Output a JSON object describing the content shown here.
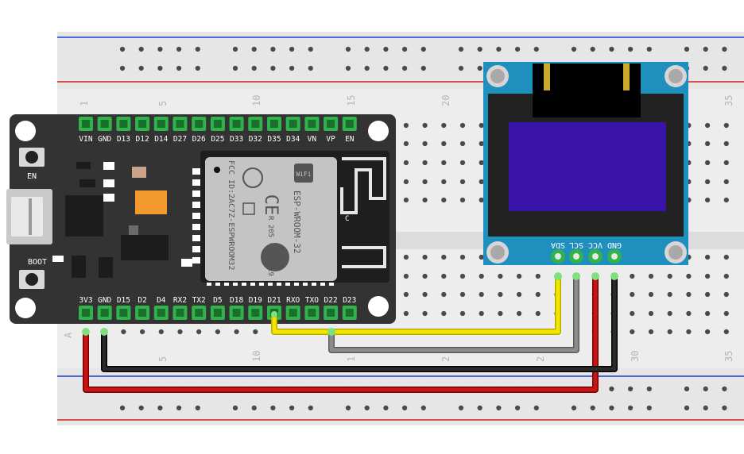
{
  "colors": {
    "breadboard": "#e6e6e6",
    "rail_red": "#d01f1f",
    "rail_blue": "#1f3fd0",
    "hole": "#4a4a4a",
    "pcb": "#333333",
    "header_green": "#2fb34a",
    "oled_pcb": "#1f8fbe",
    "oled_screen": "#3a14a8",
    "wire_red": "#c81414",
    "wire_black": "#111111",
    "wire_gray": "#8c8c8c",
    "wire_yellow": "#f2e600"
  },
  "breadboard": {
    "col_numbers_top": [
      "1",
      "5",
      "10",
      "15",
      "20",
      "35"
    ],
    "col_numbers_bottom": [
      "5",
      "10",
      "1",
      "2",
      "2",
      "30",
      "35"
    ],
    "row_letter": "A"
  },
  "esp32": {
    "top_pins": [
      "VIN",
      "GND",
      "D13",
      "D12",
      "D14",
      "D27",
      "D26",
      "D25",
      "D33",
      "D32",
      "D35",
      "D34",
      "VN",
      "VP",
      "EN"
    ],
    "bottom_pins": [
      "3V3",
      "GND",
      "D15",
      "D2",
      "D4",
      "RX2",
      "TX2",
      "D5",
      "D18",
      "D19",
      "D21",
      "RXO",
      "TXO",
      "D22",
      "D23"
    ],
    "en_label": "EN",
    "boot_label": "BOOT",
    "module": {
      "fcc": "FCC ID:2AC7Z-ESPWROOM32",
      "model": "ESP-WROOM-32",
      "code": "R 205 - 000519",
      "wifi": "WiFi",
      "ce": "CE",
      "antenna_mark": "C"
    }
  },
  "oled": {
    "pins": [
      "GND",
      "VCC",
      "SCL",
      "SDA"
    ]
  }
}
